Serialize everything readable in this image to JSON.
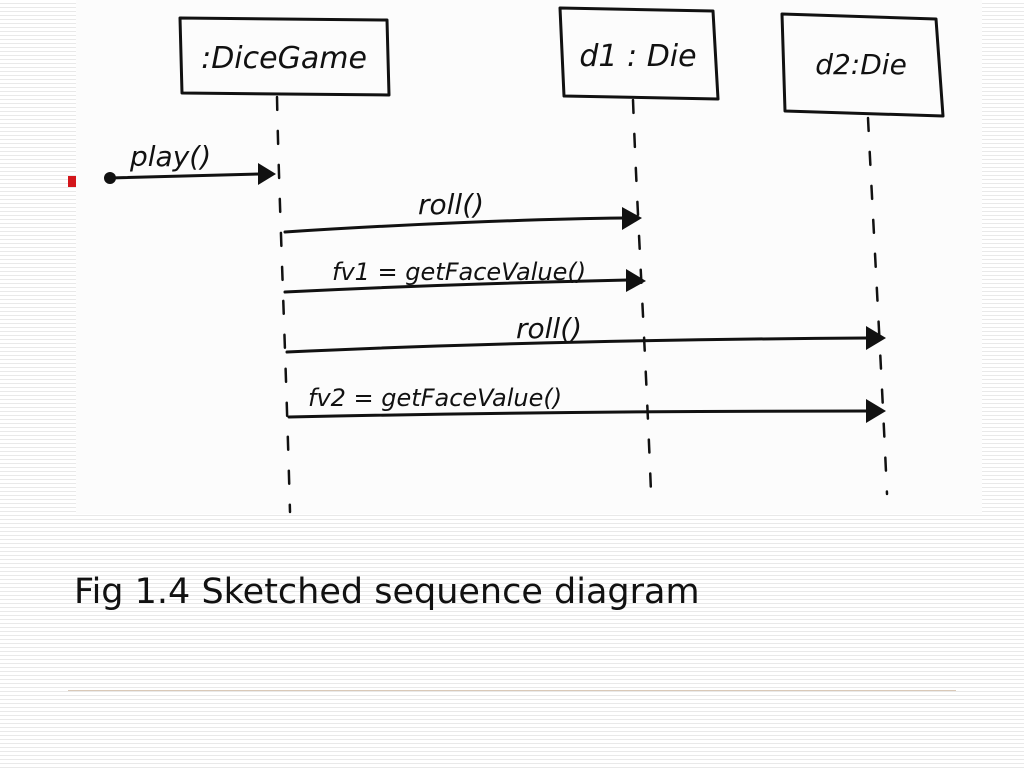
{
  "lifelines": [
    {
      "label": ":DiceGame"
    },
    {
      "label": "d1 : Die"
    },
    {
      "label": "d2:Die"
    }
  ],
  "messages": [
    {
      "label": "play()",
      "from": "found",
      "to": 0
    },
    {
      "label": "roll()",
      "from": 0,
      "to": 1
    },
    {
      "label": "fv1 = getFaceValue()",
      "from": 0,
      "to": 1
    },
    {
      "label": "roll()",
      "from": 0,
      "to": 2
    },
    {
      "label": "fv2 = getFaceValue()",
      "from": 0,
      "to": 2
    }
  ],
  "caption": "Fig 1.4 Sketched sequence diagram"
}
